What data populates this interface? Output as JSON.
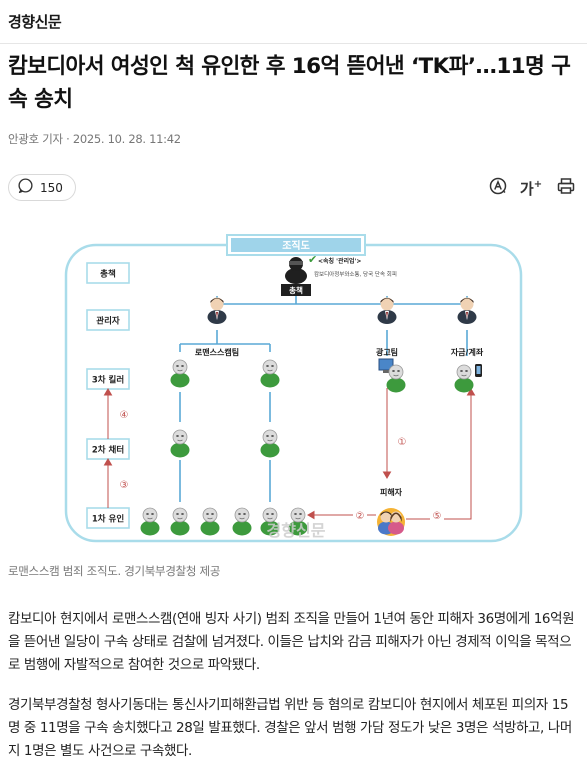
{
  "site": {
    "name": "경향신문"
  },
  "article": {
    "title": "캄보디아서 여성인 척 유인한 후 16억 뜯어낸 ‘TK파’…11명 구속 송치",
    "byline": "안광호 기자 · 2025. 10. 28. 11:42",
    "comment_count": "150",
    "tools": {
      "font_label": "가",
      "font_plus": "+"
    },
    "figure_caption": "로맨스스캠 범죄 조직도. 경기북부경찰청 제공",
    "paragraphs": [
      "캄보디아 현지에서 로맨스스캠(연애 빙자 사기) 범죄 조직을 만들어 1년여 동안 피해자 36명에게 16억원을 뜯어낸 일당이 구속 상태로 검찰에 넘겨졌다. 이들은 납치와 감금 피해자가 아닌 경제적 이익을 목적으로 범행에 자발적으로 참여한 것으로 파악됐다.",
      "경기북부경찰청 형사기동대는 통신사기피해환급법 위반 등 혐의로 캄보디아 현지에서 체포된 피의자 15명 중 11명을 구속 송치했다고 28일 발표했다. 경찰은 앞서 범행 가담 정도가 낮은 3명은 석방하고, 나머지 1명은 별도 사건으로 구속했다."
    ]
  },
  "diagram": {
    "title": "조직도",
    "levels": [
      "총책",
      "관리자",
      "3차 킬러",
      "2차 채터",
      "1차 유인"
    ],
    "boss_label": "총책",
    "boss_note_tag": "<속칭 '관리업'>",
    "boss_note_text": "캄보디아정부와소통, 당국 단속 회피",
    "teams": {
      "romance": "로맨스스캠팀",
      "ad": "광고팀",
      "funds": "자금/계좌"
    },
    "victim_label": "피해자",
    "steps": [
      "①",
      "②",
      "③",
      "④",
      "⑤"
    ],
    "watermark": "경향신문",
    "colors": {
      "frame": "#a9dcea",
      "link": "#5aa9d6",
      "money": "#c0504d",
      "step": "#c0504d"
    }
  }
}
